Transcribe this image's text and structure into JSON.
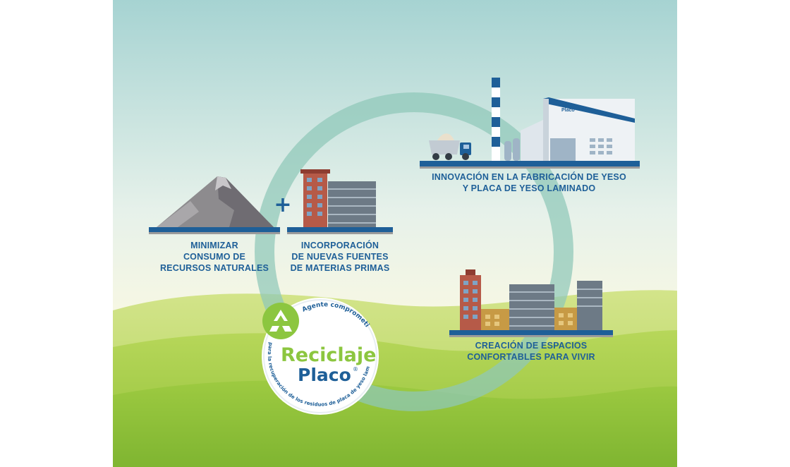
{
  "labels": {
    "minimizar": [
      "MINIMIZAR",
      "CONSUMO DE",
      "RECURSOS NATURALES"
    ],
    "incorporacion": [
      "INCORPORACIÓN",
      "DE NUEVAS FUENTES",
      "DE MATERIAS PRIMAS"
    ],
    "innovacion": [
      "INNOVACIÓN EN LA FABRICACIÓN DE YESO",
      "Y PLACA DE YESO LAMINADO"
    ],
    "creacion": [
      "CREACIÓN DE ESPACIOS",
      "CONFORTABLES PARA VIVIR"
    ]
  },
  "plus_sign": "+",
  "factory_sign": "Placo",
  "badge": {
    "title_line1": "Reciclaje",
    "title_line2": "Placo",
    "registered": "®",
    "arc_top": "Agente comprometido",
    "arc_bottom": "para la recuperación de los residuos de placa de yeso laminado"
  },
  "icons": {
    "recycle": "recycle-icon",
    "mountain": "mountain-icon",
    "buildings": "buildings-icon",
    "factory": "factory-icon",
    "truck": "truck-icon",
    "city": "city-icon"
  },
  "colors": {
    "label_blue": "#1e5f98",
    "ring": "#8fc8b8",
    "badge_green": "#8cc63f",
    "sky_top": "#a7d4d3",
    "grass": "#9cc940"
  }
}
